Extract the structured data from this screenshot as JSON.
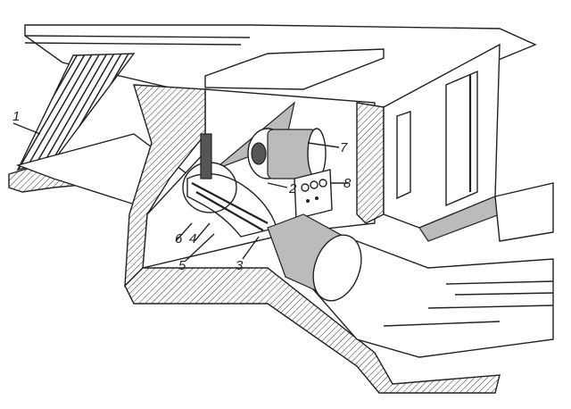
{
  "diagram": {
    "labels": [
      "1",
      "2",
      "3",
      "4",
      "5",
      "6",
      "7",
      "8"
    ],
    "colors": {
      "ink": "#222222",
      "background": "#ffffff"
    }
  }
}
